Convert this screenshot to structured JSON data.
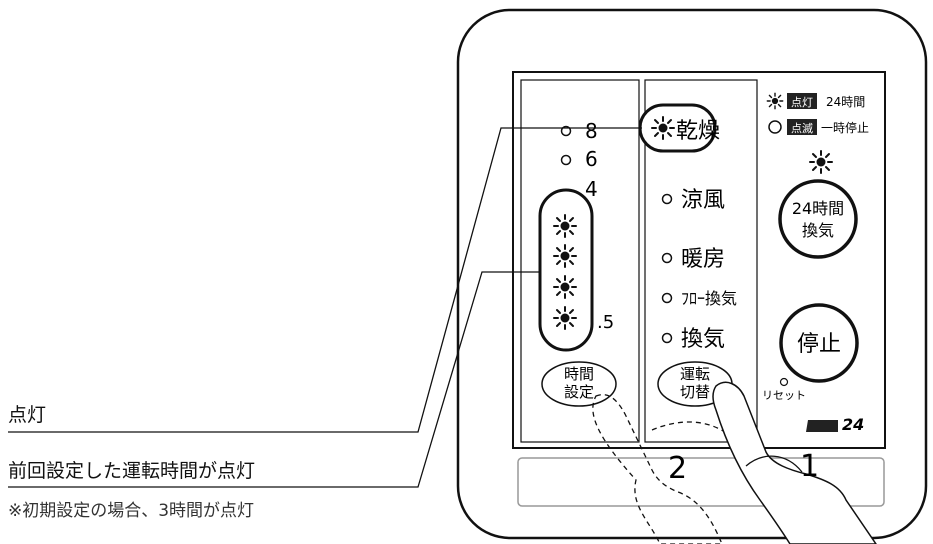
{
  "callouts": {
    "lit": "点灯",
    "previous_time": "前回設定した運転時間が点灯",
    "initial_note": "※初期設定の場合、3時間が点灯"
  },
  "time_panel": {
    "levels": [
      "8",
      "6",
      "4"
    ],
    "bottom_level": ".5",
    "lit_count": 4,
    "button_label_line1": "時間",
    "button_label_line2": "設定"
  },
  "mode_panel": {
    "modes": [
      "乾燥",
      "涼風",
      "暖房",
      "ﾌﾛｰ換気",
      "換気"
    ],
    "selected_mode": "乾燥",
    "button_label_line1": "運転",
    "button_label_line2": "切替"
  },
  "right_panel": {
    "legend_on_badge": "点灯",
    "legend_on_text": "24時間",
    "legend_blink_badge": "点滅",
    "legend_blink_text": "一時停止",
    "vent24_line1": "24時間",
    "vent24_line2": "換気",
    "stop_label": "停止",
    "reset_label": "リセット",
    "brand_suffix": "24"
  },
  "steps": {
    "step1": "1",
    "step2": "2"
  }
}
